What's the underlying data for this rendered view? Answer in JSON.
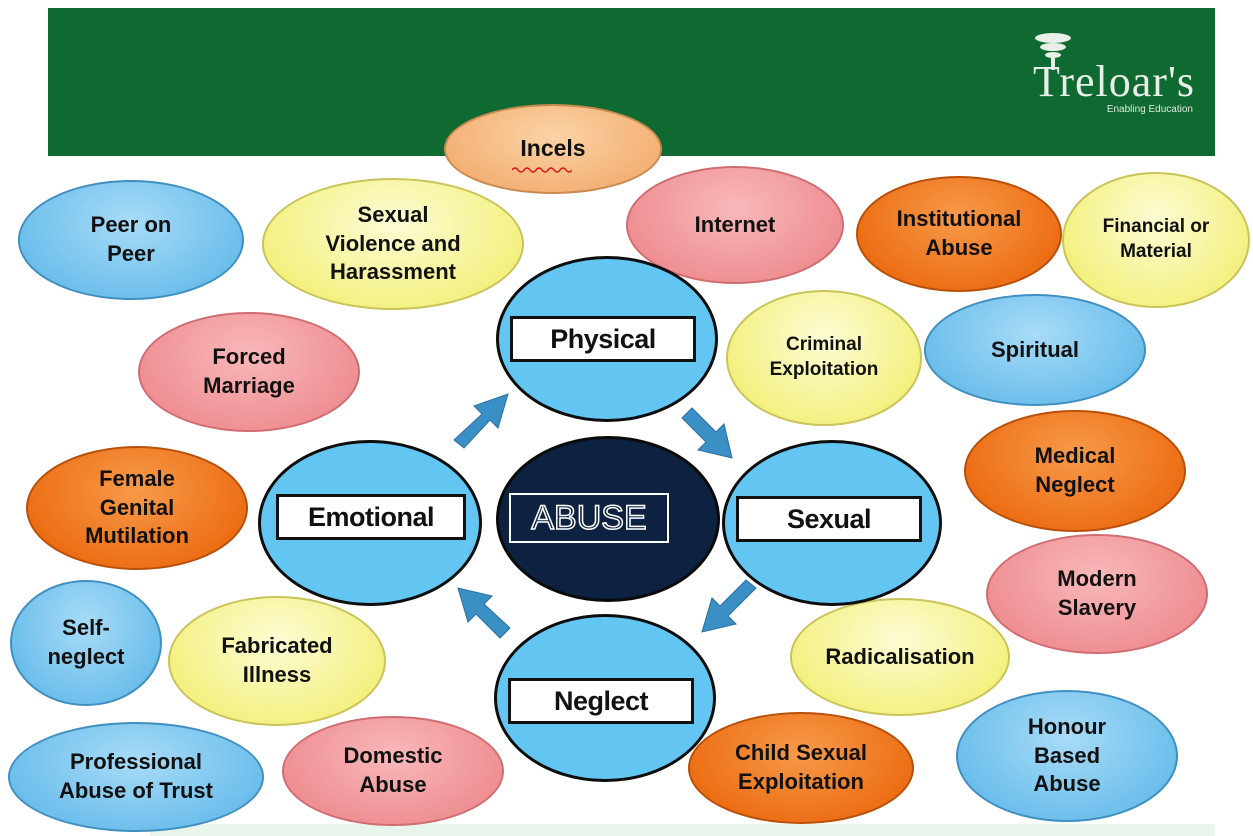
{
  "header": {
    "logo_text": "Treloar's",
    "logo_tagline": "Enabling Education"
  },
  "center": {
    "label": "ABUSE"
  },
  "core": {
    "physical": "Physical",
    "sexual": "Sexual",
    "neglect": "Neglect",
    "emotional": "Emotional"
  },
  "bubbles": {
    "incels": "Incels",
    "peer_on_peer": "Peer on\nPeer",
    "sexual_violence": "Sexual\nViolence and\nHarassment",
    "internet": "Internet",
    "institutional_abuse": "Institutional\nAbuse",
    "financial": "Financial or\nMaterial",
    "forced_marriage": "Forced\nMarriage",
    "criminal_exploitation": "Criminal\nExploitation",
    "spiritual": "Spiritual",
    "medical_neglect": "Medical\nNeglect",
    "fgm": "Female\nGenital\nMutilation",
    "modern_slavery": "Modern\nSlavery",
    "self_neglect": "Self-\nneglect",
    "fabricated_illness": "Fabricated\nIllness",
    "radicalisation": "Radicalisation",
    "honour_based": "Honour\nBased\nAbuse",
    "professional_abuse": "Professional\nAbuse of Trust",
    "domestic_abuse": "Domestic\nAbuse",
    "cse": "Child Sexual\nExploitation"
  },
  "colors": {
    "header_green": "#0e6a30",
    "blue": "#6fc0ec",
    "pink": "#ee8e92",
    "yellow": "#f3f07f",
    "orange": "#ec6d13",
    "peach": "#f3b074",
    "center_navy": "#0d2240",
    "arrow_blue": "#3a8fc4"
  }
}
